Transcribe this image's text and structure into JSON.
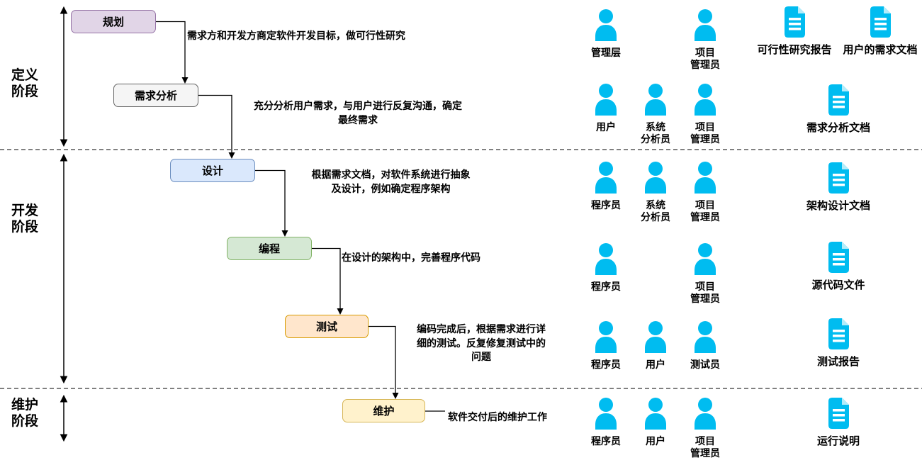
{
  "colors": {
    "icon": "#00bcf0",
    "line": "#000000"
  },
  "phases": [
    {
      "label": "定义\n阶段"
    },
    {
      "label": "开发\n阶段"
    },
    {
      "label": "维护\n阶段"
    }
  ],
  "stages": [
    {
      "label": "规划",
      "fill": "#e1d5e7",
      "stroke": "#9673a6",
      "description": "需求方和开发方商定软件开发目标，做可行性研究",
      "people": [
        "管理层",
        "项目\n管理员"
      ],
      "documents": [
        "可行性研究报告",
        "用户的需求文档"
      ]
    },
    {
      "label": "需求分析",
      "fill": "#f5f5f5",
      "stroke": "#666666",
      "description": "充分分析用户需求，与用户进行反复沟通，确定\n最终需求",
      "people": [
        "用户",
        "系统\n分析员",
        "项目\n管理员"
      ],
      "documents": [
        "需求分析文档"
      ]
    },
    {
      "label": "设计",
      "fill": "#dae8fc",
      "stroke": "#6c8ebf",
      "description": "根据需求文档，对软件系统进行抽象\n及设计，例如确定程序架构",
      "people": [
        "程序员",
        "系统\n分析员",
        "项目\n管理员"
      ],
      "documents": [
        "架构设计文档"
      ]
    },
    {
      "label": "编程",
      "fill": "#d5e8d4",
      "stroke": "#82b366",
      "description": "在设计的架构中，完善程序代码",
      "people": [
        "程序员",
        "项目\n管理员"
      ],
      "documents": [
        "源代码文件"
      ]
    },
    {
      "label": "测试",
      "fill": "#ffe6cc",
      "stroke": "#d79b00",
      "description": "编码完成后，根据需求进行详\n细的测试。反复修复测试中的\n问题",
      "people": [
        "程序员",
        "用户",
        "测试员"
      ],
      "documents": [
        "测试报告"
      ]
    },
    {
      "label": "维护",
      "fill": "#fff2cc",
      "stroke": "#d6b656",
      "description": "软件交付后的维护工作",
      "people": [
        "程序员",
        "用户",
        "项目\n管理员"
      ],
      "documents": [
        "运行说明"
      ]
    }
  ]
}
